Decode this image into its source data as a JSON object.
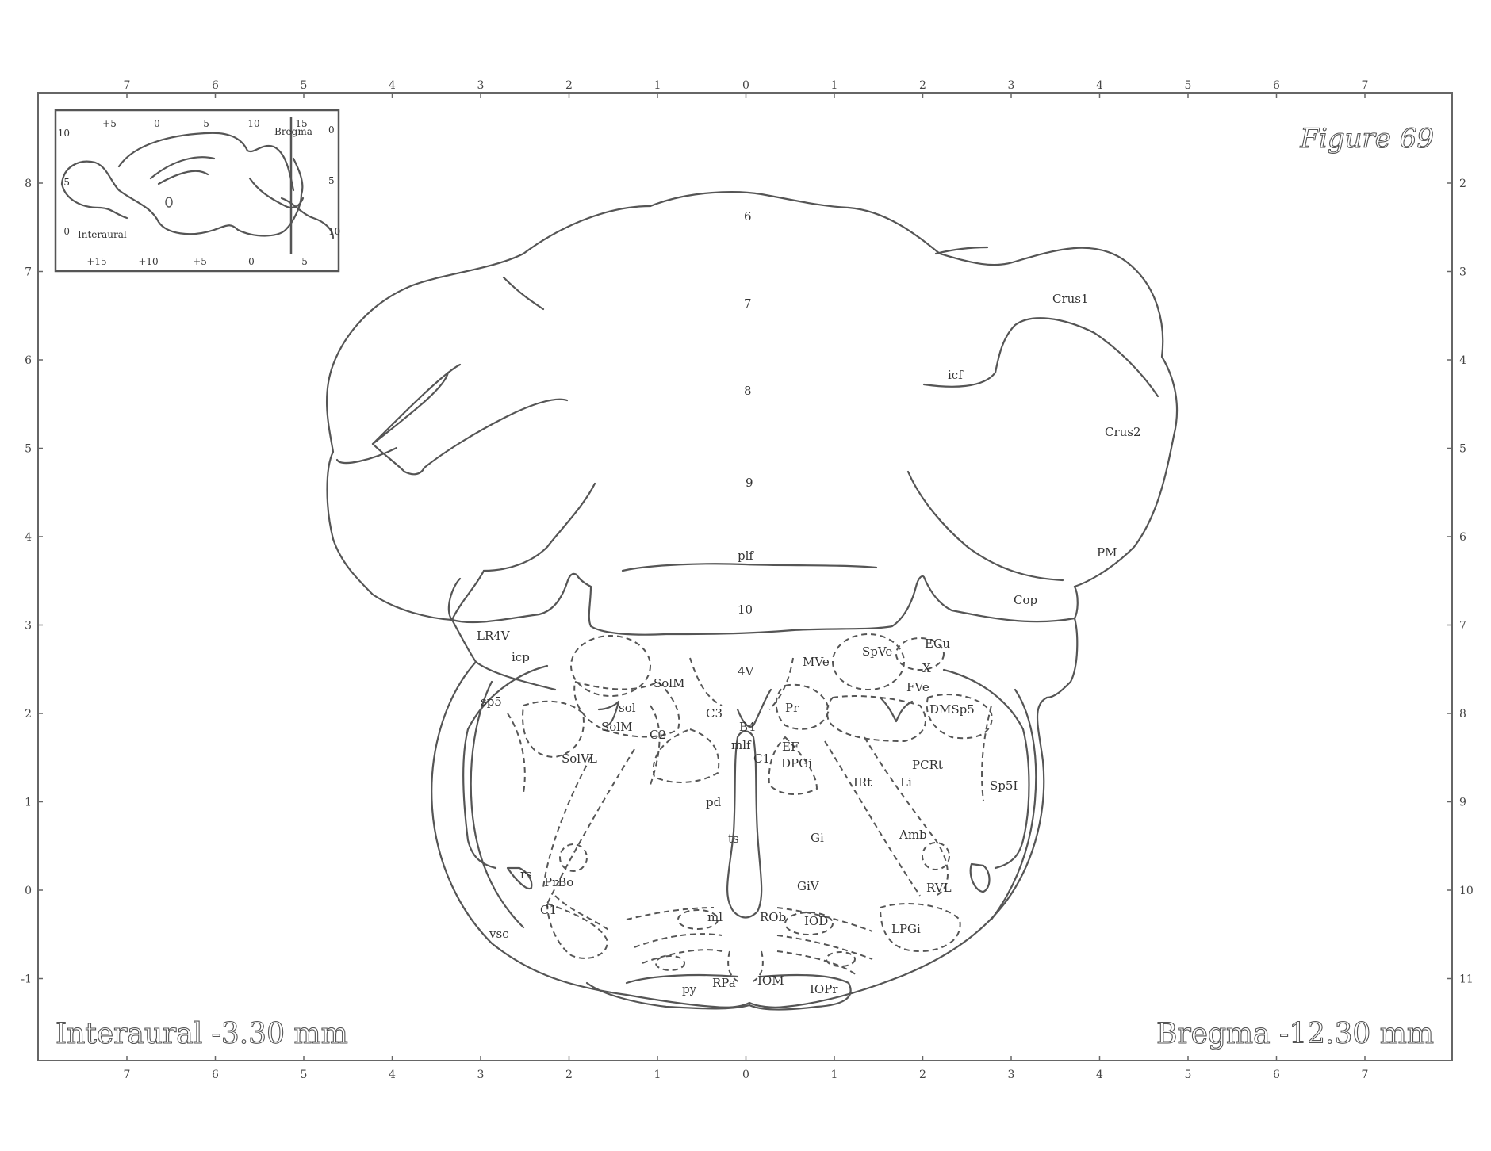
{
  "figure_title": "Figure 69",
  "interaural_label": "Interaural -3.30 mm",
  "bregma_label": "Bregma -12.30 mm",
  "scale": {
    "top_ticks": [
      "7",
      "6",
      "5",
      "4",
      "3",
      "2",
      "1",
      "0",
      "1",
      "2",
      "3",
      "4",
      "5",
      "6",
      "7"
    ],
    "bottom_ticks": [
      "7",
      "6",
      "5",
      "4",
      "3",
      "2",
      "1",
      "0",
      "1",
      "2",
      "3",
      "4",
      "5",
      "6",
      "7"
    ],
    "left_ticks": [
      "8",
      "7",
      "6",
      "5",
      "4",
      "3",
      "2",
      "1",
      "0",
      "-1"
    ],
    "right_ticks": [
      "2",
      "3",
      "4",
      "5",
      "6",
      "7",
      "8",
      "9",
      "10",
      "11"
    ]
  },
  "inset": {
    "bregma": "Bregma",
    "interaural": "Interaural",
    "top_ticks": [
      "+5",
      "0",
      "-5",
      "-10",
      "-15"
    ],
    "bottom_ticks": [
      "+15",
      "+10",
      "+5",
      "0",
      "-5"
    ],
    "left_ticks": [
      "10",
      "5",
      "0"
    ],
    "right_ticks": [
      "0",
      "5",
      "10"
    ]
  },
  "regions": {
    "r6": "6",
    "r7": "7",
    "r8": "8",
    "r9": "9",
    "r10": "10",
    "crus1": "Crus1",
    "crus2": "Crus2",
    "icf": "icf",
    "pm": "PM",
    "cop": "Cop",
    "plf": "plf",
    "lr4v": "LR4V",
    "icp": "icp",
    "sp5": "sp5",
    "v4": "4V",
    "mve": "MVe",
    "spve": "SpVe",
    "ecu": "ECu",
    "x": "X",
    "fve": "FVe",
    "solm1": "SolM",
    "sol": "sol",
    "solm2": "SolM",
    "c3": "C3",
    "c2": "C2",
    "b4": "B4",
    "mlf": "mlf",
    "pr": "Pr",
    "ef": "EF",
    "c1a": "C1",
    "dpgi": "DPGi",
    "dmsp5": "DMSp5",
    "pcrt": "PCRt",
    "solvl": "SolVL",
    "irt": "IRt",
    "li": "Li",
    "sp5i": "Sp5I",
    "pd": "pd",
    "ts": "ts",
    "gi": "Gi",
    "amb": "Amb",
    "rs": "rs",
    "prbo": "PrBo",
    "c1b": "C1",
    "giv": "GiV",
    "rvl": "RVL",
    "ml": "ml",
    "rob": "ROb",
    "iod": "IOD",
    "lpgi": "LPGi",
    "vsc": "vsc",
    "py": "py",
    "rpa": "RPa",
    "iom": "IOM",
    "iopr": "IOPr"
  }
}
